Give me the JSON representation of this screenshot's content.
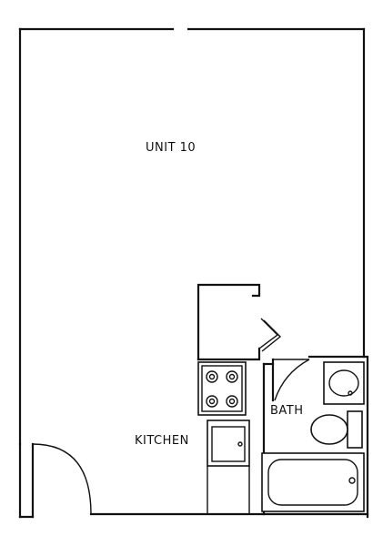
{
  "labels": {
    "unit": "UNIT 10",
    "kitchen": "KITCHEN",
    "bath": "BATH"
  },
  "colors": {
    "line": "#111111",
    "background": "#ffffff"
  }
}
